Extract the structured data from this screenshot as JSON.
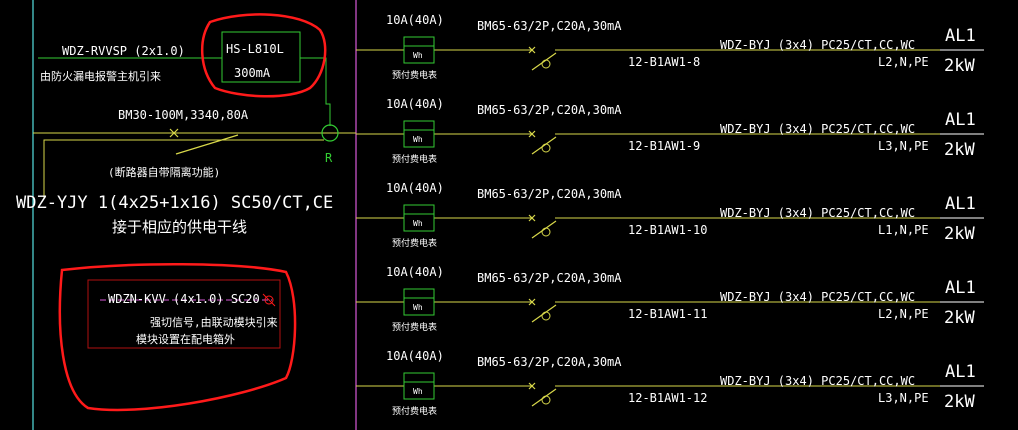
{
  "colors": {
    "background": "#000000",
    "wire_yellow": "#d8d84a",
    "wire_green": "#33cc33",
    "text_white": "#ffffff",
    "frame_magenta": "#d85ad8",
    "boundary_cyan": "#55e0e0",
    "annotation_red": "#ff1a1a",
    "dark_red": "#b01010"
  },
  "left_panel": {
    "cable_top": "WDZ-RVVSP (2x1.0)",
    "cable_top_note": "由防火漏电报警主机引来",
    "leak_module_model": "HS-L810L",
    "leak_module_current": "300mA",
    "main_breaker": "BM30-100M,3340,80A",
    "breaker_note": "(断路器自带隔离功能)",
    "sensor_label": "R",
    "main_cable": "WDZ-YJY 1(4x25+1x16) SC50/CT,CE",
    "main_cable_note": "接于相应的供电干线",
    "control_cable": "WDZN-KVV (4x1.0) SC20",
    "control_note_1": "强切信号,由联动模块引来",
    "control_note_2": "模块设置在配电箱外"
  },
  "circuits": [
    {
      "meter_rating": "10A(40A)",
      "meter_symbol": "Wh",
      "meter_label": "预付费电表",
      "breaker": "BM65-63/2P,C20A,30mA",
      "circuit_id": "12-B1AW1-8",
      "cable": "WDZ-BYJ (3x4) PC25/CT,CC,WC",
      "phase": "L2,N,PE",
      "load_name": "AL1",
      "load_power": "2kW"
    },
    {
      "meter_rating": "10A(40A)",
      "meter_symbol": "Wh",
      "meter_label": "预付费电表",
      "breaker": "BM65-63/2P,C20A,30mA",
      "circuit_id": "12-B1AW1-9",
      "cable": "WDZ-BYJ (3x4) PC25/CT,CC,WC",
      "phase": "L3,N,PE",
      "load_name": "AL1",
      "load_power": "2kW"
    },
    {
      "meter_rating": "10A(40A)",
      "meter_symbol": "Wh",
      "meter_label": "预付费电表",
      "breaker": "BM65-63/2P,C20A,30mA",
      "circuit_id": "12-B1AW1-10",
      "cable": "WDZ-BYJ (3x4) PC25/CT,CC,WC",
      "phase": "L1,N,PE",
      "load_name": "AL1",
      "load_power": "2kW"
    },
    {
      "meter_rating": "10A(40A)",
      "meter_symbol": "Wh",
      "meter_label": "预付费电表",
      "breaker": "BM65-63/2P,C20A,30mA",
      "circuit_id": "12-B1AW1-11",
      "cable": "WDZ-BYJ (3x4) PC25/CT,CC,WC",
      "phase": "L2,N,PE",
      "load_name": "AL1",
      "load_power": "2kW"
    },
    {
      "meter_rating": "10A(40A)",
      "meter_symbol": "Wh",
      "meter_label": "预付费电表",
      "breaker": "BM65-63/2P,C20A,30mA",
      "circuit_id": "12-B1AW1-12",
      "cable": "WDZ-BYJ (3x4) PC25/CT,CC,WC",
      "phase": "L3,N,PE",
      "load_name": "AL1",
      "load_power": "2kW"
    }
  ]
}
